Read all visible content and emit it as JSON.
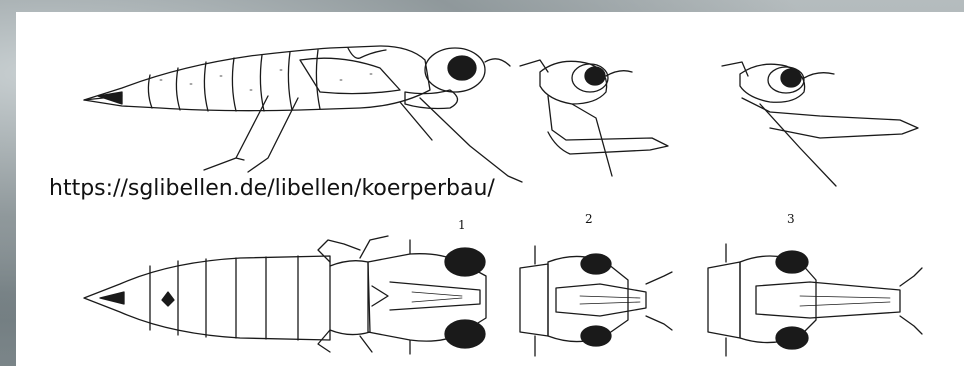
{
  "figure": {
    "source_url": "https://sglibellen.de/libellen/koerperbau/",
    "panel_labels": [
      "1",
      "2",
      "3"
    ]
  }
}
